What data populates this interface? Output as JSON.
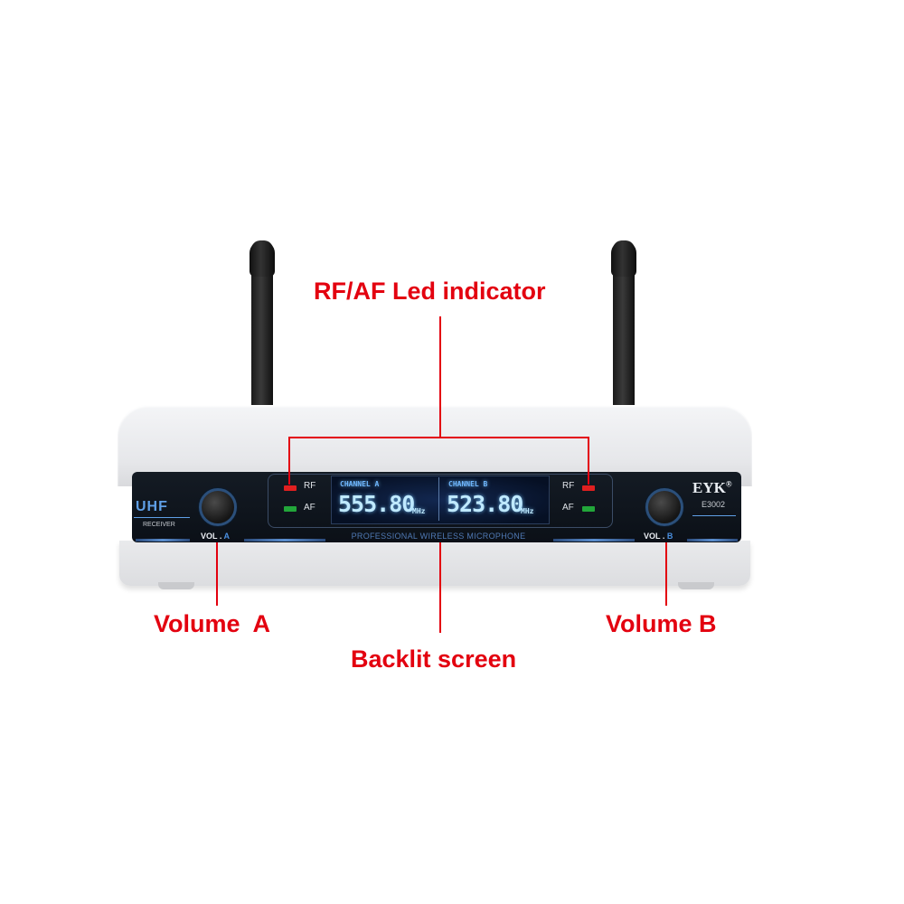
{
  "callouts": {
    "top": "RF/AF Led indicator",
    "left": "Volume  A",
    "right": "Volume B",
    "bottom": "Backlit screen"
  },
  "device": {
    "band": "UHF",
    "type": "RECEIVER",
    "brand": "EYK",
    "registered_mark": "®",
    "model": "E3002",
    "strip_text": "PROFESSIONAL WIRELESS MICROPHONE",
    "vol_a": {
      "prefix": "VOL .",
      "letter": "A"
    },
    "vol_b": {
      "prefix": "VOL .",
      "letter": "B"
    },
    "indicators": {
      "rf": "RF",
      "af": "AF"
    },
    "channel_a": {
      "label": "CHANNEL A",
      "freq": "555.80",
      "unit": "MHz"
    },
    "channel_b": {
      "label": "CHANNEL B",
      "freq": "523.80",
      "unit": "MHz"
    }
  },
  "colors": {
    "callout_red": "#e3000f",
    "rf_led": "#e02020",
    "af_led": "#22a63a",
    "lcd_bg": "#0a1630",
    "panel": "#0f1620"
  }
}
